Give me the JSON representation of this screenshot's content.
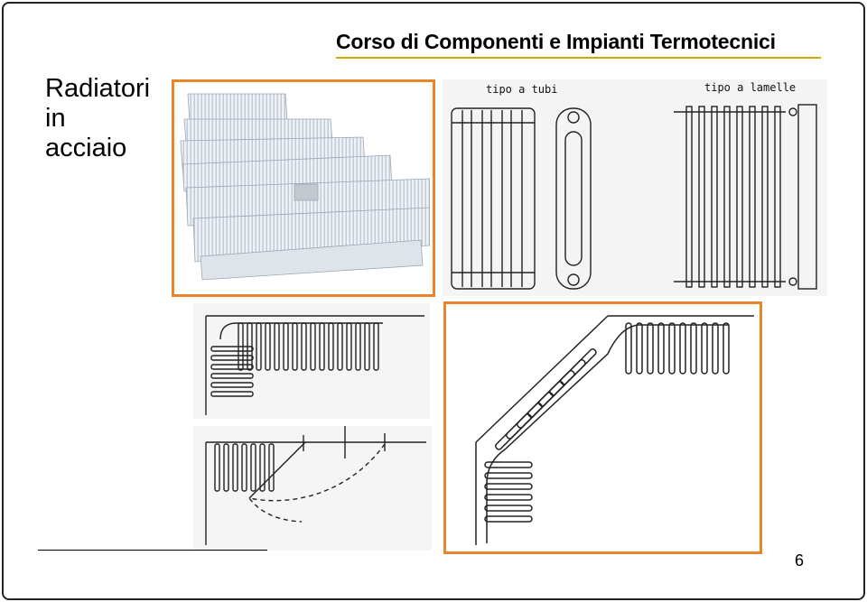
{
  "header": {
    "course_title": "Corso di Componenti e Impianti Termotecnici"
  },
  "slide": {
    "heading_lines": [
      "Radiatori",
      "in",
      "acciaio"
    ]
  },
  "figures": {
    "drawing_labels": {
      "tubes": "tipo a tubi",
      "fins": "tipo a lamelle"
    }
  },
  "footer": {
    "page_number": "6"
  },
  "colors": {
    "accent_box": "#e8842a",
    "title_rule": "#d9a400",
    "radiator_fill": "#eef1f5"
  }
}
